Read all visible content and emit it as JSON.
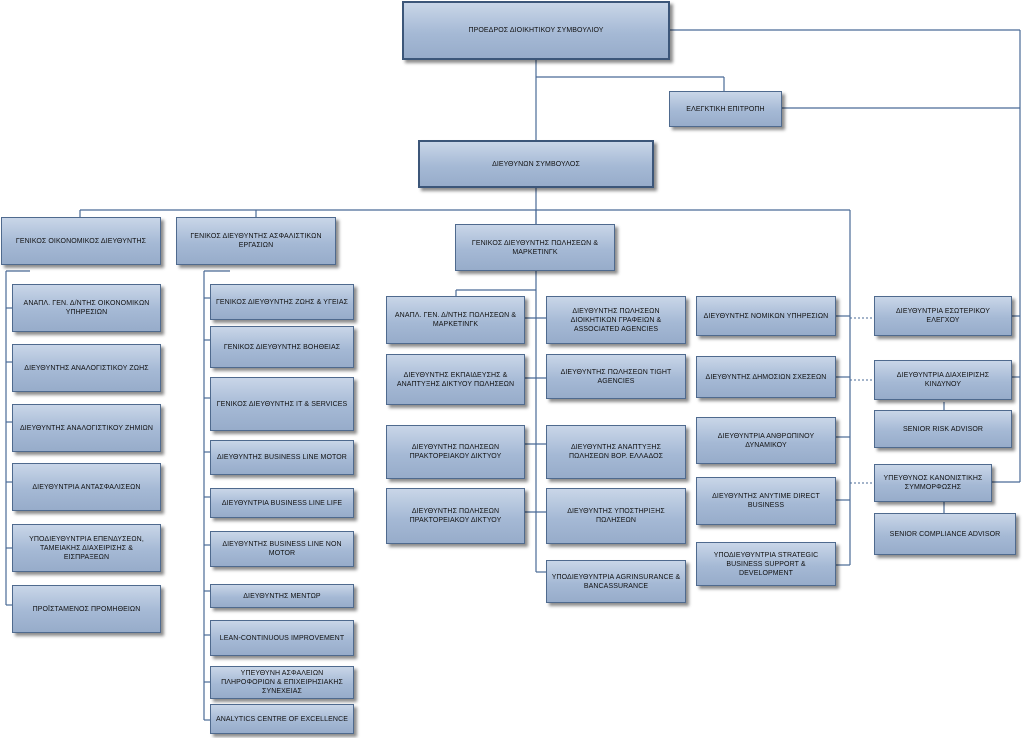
{
  "org": {
    "chairman": "ΠΡΟΕΔΡΟΣ ΔΙΟΙΚΗΤΙΚΟΥ ΣΥΜΒΟΥΛΙΟΥ",
    "audit_committee": "ΕΛΕΓΚΤΙΚΗ ΕΠΙΤΡΟΠΗ",
    "ceo": "ΔΙΕΥΘΥΝΩΝ ΣΥΜΒΟΥΛΟΣ",
    "finance": {
      "head": "ΓΕΝΙΚΟΣ ΟΙΚΟΝΟΜΙΚΟΣ ΔΙΕΥΘΥΝΤΗΣ",
      "units": [
        "ΑΝΑΠΛ. ΓΕΝ. Δ/ΝΤΗΣ ΟΙΚΟΝΟΜΙΚΩΝ ΥΠΗΡΕΣΙΩΝ",
        "ΔΙΕΥΘΥΝΤΗΣ ΑΝΑΛΟΓΙΣΤΙΚΟΥ ΖΩΗΣ",
        "ΔΙΕΥΘΥΝΤΗΣ ΑΝΑΛΟΓΙΣΤΙΚΟΥ ΖΗΜΙΩΝ",
        "ΔΙΕΥΘΥΝΤΡΙΑ ΑΝΤΑΣΦΑΛΙΣΕΩΝ",
        "ΥΠΟΔΙΕΥΘΥΝΤΡΙΑ ΕΠΕΝΔΥΣΕΩΝ, ΤΑΜΕΙΑΚΗΣ ΔΙΑΧΕΙΡΙΣΗΣ & ΕΙΣΠΡΑΞΕΩΝ",
        "ΠΡΟΪΣΤΑΜΕΝΟΣ ΠΡΟΜΗΘΕΙΩΝ"
      ]
    },
    "insurance": {
      "head": "ΓΕΝΙΚΟΣ ΔΙΕΥΘΥΝΤΗΣ ΑΣΦΑΛΙΣΤΙΚΩΝ ΕΡΓΑΣΙΩΝ",
      "units": [
        "ΓΕΝΙΚΟΣ ΔΙΕΥΘΥΝΤΗΣ ΖΩΗΣ & ΥΓΕΙΑΣ",
        "ΓΕΝΙΚΟΣ ΔΙΕΥΘΥΝΤΗΣ ΒΟΗΘΕΙΑΣ",
        "ΓΕΝΙΚΟΣ ΔΙΕΥΘΥΝΤΗΣ IT & SERVICES",
        "ΔΙΕΥΘΥΝΤΗΣ BUSINESS LINE MOTOR",
        "ΔΙΕΥΘΥΝΤΡΙΑ BUSINESS LINE LIFE",
        "ΔΙΕΥΘΥΝΤΗΣ BUSINESS LINE NON MOTOR",
        "ΔΙΕΥΘΥΝΤΗΣ ΜΕΝΤΩΡ",
        "LEAN-CONTINUOUS IMPROVEMENT",
        "ΥΠΕΥΘΥΝΗ ΑΣΦΑΛΕΙΩΝ ΠΛΗΡΟΦΟΡΙΩΝ & ΕΠΙΧΕΙΡΗΣΙΑΚΗΣ ΣΥΝΕΧΕΙΑΣ",
        "ANALYTICS CENTRE OF EXCELLENCE"
      ]
    },
    "sales": {
      "head": "ΓΕΝΙΚΟΣ ΔΙΕΥΘΥΝΤΗΣ ΠΩΛΗΣΕΩΝ & ΜΑΡΚΕΤΙΝΓΚ",
      "col1": [
        "ΑΝΑΠΛ. ΓΕΝ. Δ/ΝΤΗΣ ΠΩΛΗΣΕΩΝ & ΜΑΡΚΕΤΙΝΓΚ",
        "ΔΙΕΥΘΥΝΤΗΣ ΕΚΠΑΙΔΕΥΣΗΣ & ΑΝΑΠΤΥΞΗΣ ΔΙΚΤΥΟΥ ΠΩΛΗΣΕΩΝ",
        "ΔΙΕΥΘΥΝΤΗΣ ΠΩΛΗΣΕΩΝ ΠΡΑΚΤΟΡΕΙΑΚΟΥ ΔΙΚΤΥΟΥ",
        "ΔΙΕΥΘΥΝΤΗΣ ΠΩΛΗΣΕΩΝ ΠΡΑΚΤΟΡΕΙΑΚΟΥ ΔΙΚΤΥΟΥ"
      ],
      "col2": [
        "ΔΙΕΥΘΥΝΤΗΣ ΠΩΛΗΣΕΩΝ ΔΙΟΙΚΗΤΙΚΩΝ ΓΡΑΦΕΙΩΝ & ASSOCIATED AGENCIES",
        "ΔΙΕΥΘΥΝΤΗΣ ΠΩΛΗΣΕΩΝ TIGHT AGENCIES",
        "ΔΙΕΥΘΥΝΤΗΣ ΑΝΑΠΤΥΞΗΣ ΠΩΛΗΣΕΩΝ ΒΟΡ. ΕΛΛΑΔΟΣ",
        "ΔΙΕΥΘΥΝΤΗΣ ΥΠΟΣΤΗΡΙΞΗΣ ΠΩΛΗΣΕΩΝ",
        "ΥΠΟΔΙΕΥΘΥΝΤΡΙΑ  AGRINSURANCE & BANCASSURANCE"
      ]
    },
    "corporate": [
      "ΔΙΕΥΘΥΝΤΗΣ ΝΟΜΙΚΩΝ ΥΠΗΡΕΣΙΩΝ",
      "ΔΙΕΥΘΥΝΤΗΣ ΔΗΜΟΣΙΩΝ ΣΧΕΣΕΩΝ",
      "ΔΙΕΥΘΥΝΤΡΙΑ ΑΝΘΡΩΠΙΝΟΥ ΔΥΝΑΜΙΚΟΥ",
      "ΔΙΕΥΘΥΝΤΗΣ ANYTIME DIRECT BUSINESS",
      "ΥΠΟΔΙΕΥΘΥΝΤΡΙΑ STRATEGIC BUSINESS SUPPORT & DEVELOPMENT"
    ],
    "control": [
      "ΔΙΕΥΘΥΝΤΡΙΑ ΕΣΩΤΕΡΙΚΟΥ ΕΛΕΓΧΟΥ",
      "ΔΙΕΥΘΥΝΤΡΙΑ ΔΙΑΧΕΙΡΙΣΗΣ ΚΙΝΔΥΝΟΥ",
      "SENIOR RISK ADVISOR",
      "ΥΠΕΥΘΥΝΟΣ ΚΑΝΟΝΙΣΤΙΚΗΣ ΣΥΜΜΟΡΦΩΣΗΣ",
      "SENIOR COMPLIANCE ADVISOR"
    ]
  },
  "style": {
    "line_color": "#4a6a96",
    "box_fill": "#a5b9d5",
    "box_border": "#4f6a8e"
  }
}
